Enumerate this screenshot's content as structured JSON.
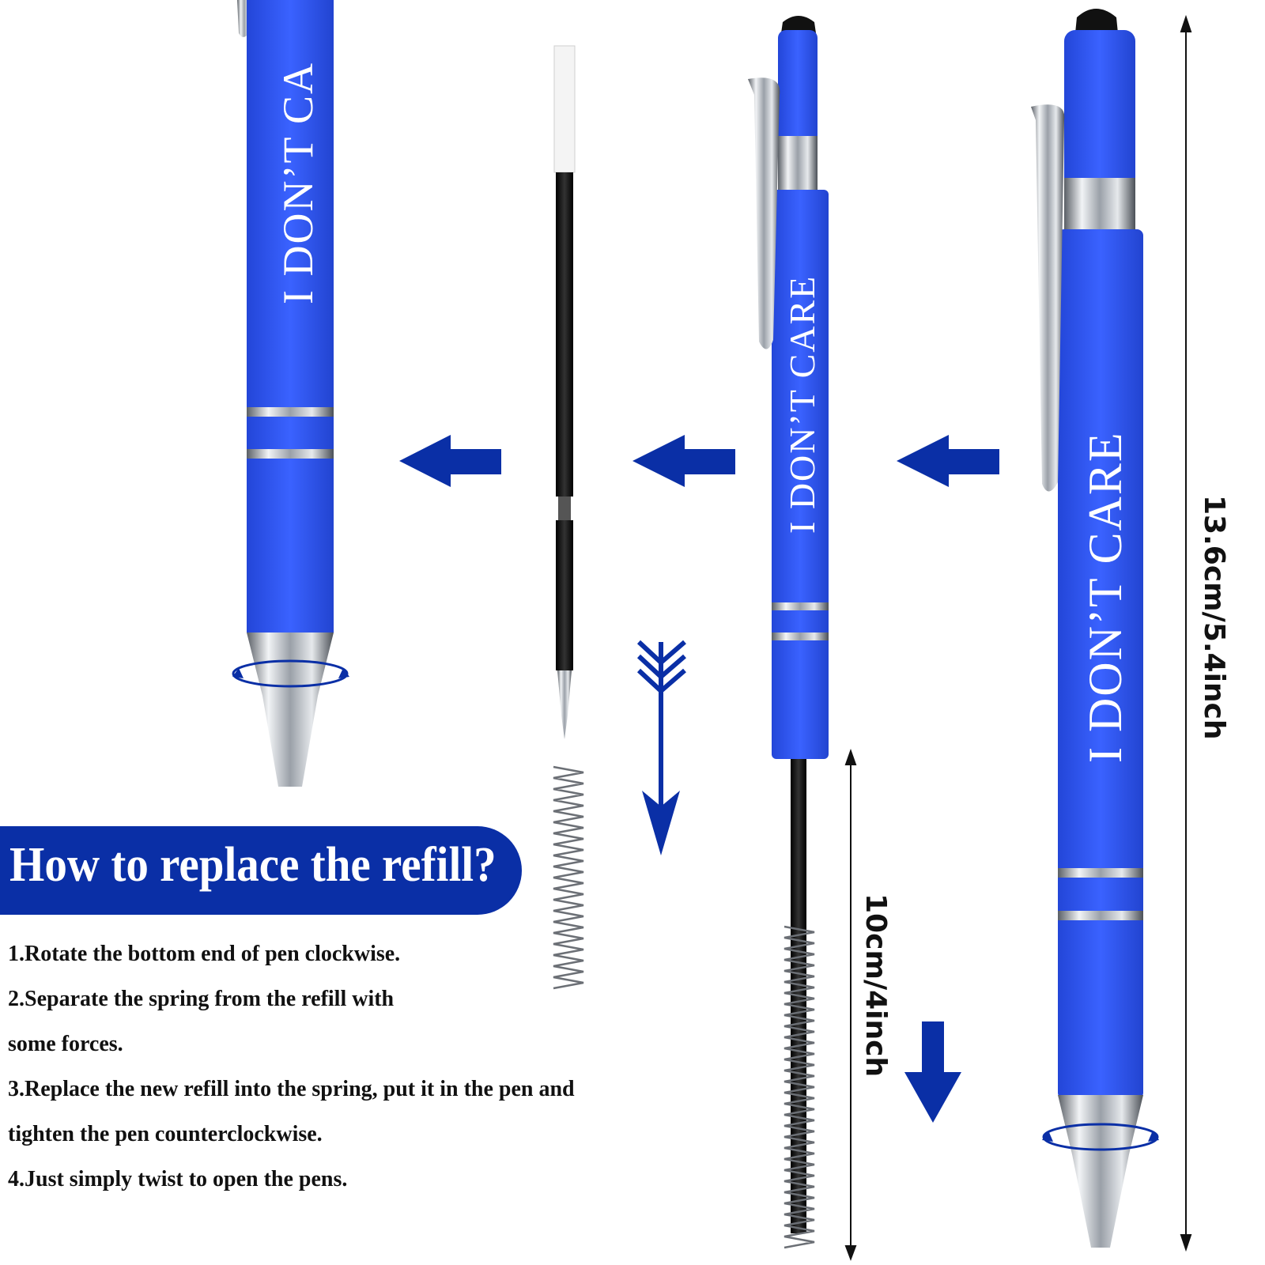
{
  "pen": {
    "engraving": "I DON’T CARE",
    "engraving_partial": "I DON’T CA",
    "color": "#2f55f0"
  },
  "dimensions": {
    "full_length": "13.6cm/5.4inch",
    "refill_length": "10cm/4inch"
  },
  "banner": {
    "title": "How to replace the refill?",
    "color": "#0a2fa6"
  },
  "steps": [
    "1.Rotate the bottom end of pen clockwise.",
    "2.Separate the spring from the refill with",
    "some forces.",
    "3.Replace the new refill into the spring, put it in the pen and",
    "tighten the pen counterclockwise.",
    "4.Just simply twist to open the pens."
  ],
  "icons": {
    "arrows": [
      "arrow-left-icon",
      "arrow-down-icon",
      "double-arrow-down-icon",
      "rotate-icon"
    ]
  }
}
